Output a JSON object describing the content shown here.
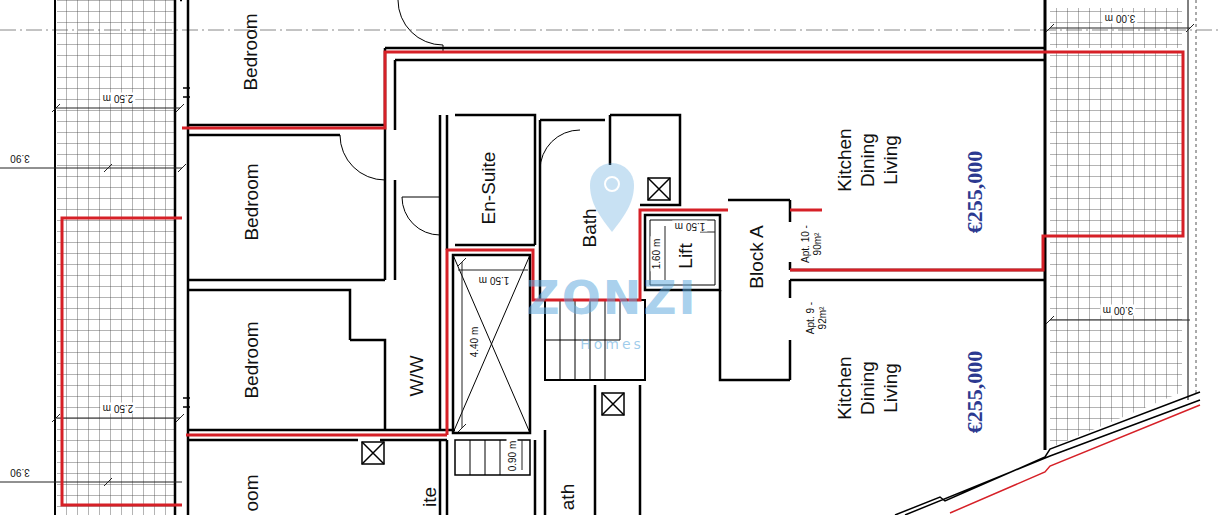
{
  "diagram": {
    "nodes": [
      {
        "text": [
          "Bedroom"
        ]
      },
      {
        "text": [
          "Bedroom"
        ]
      },
      {
        "text": [
          "Bedroom"
        ]
      },
      {
        "text": [
          "oom"
        ]
      },
      {
        "text": [
          "W/W"
        ]
      },
      {
        "text": [
          "En-Suite"
        ]
      },
      {
        "text": [
          "Bath"
        ]
      },
      {
        "text": [
          "Lift"
        ]
      },
      {
        "text": [
          "Block A"
        ]
      },
      {
        "text": [
          "Kitchen Dining Living",
          "€255,000"
        ]
      },
      {
        "text": [
          "Kitchen Dining Living",
          "€255,000"
        ]
      },
      {
        "text": [
          "ite"
        ]
      },
      {
        "text": [
          "ath"
        ]
      }
    ],
    "labels": [
      "2.50 m",
      "3.90",
      "2.50 m",
      "3.90",
      "3.00 m",
      "3.00 m",
      "1.60 m",
      "1.50 m",
      "1.50 m",
      "4.40 m",
      "0.90 m",
      "Apt. 10 - 90m²",
      "Apt. 9 - 92m²",
      "ZONZI",
      "Homes"
    ]
  }
}
